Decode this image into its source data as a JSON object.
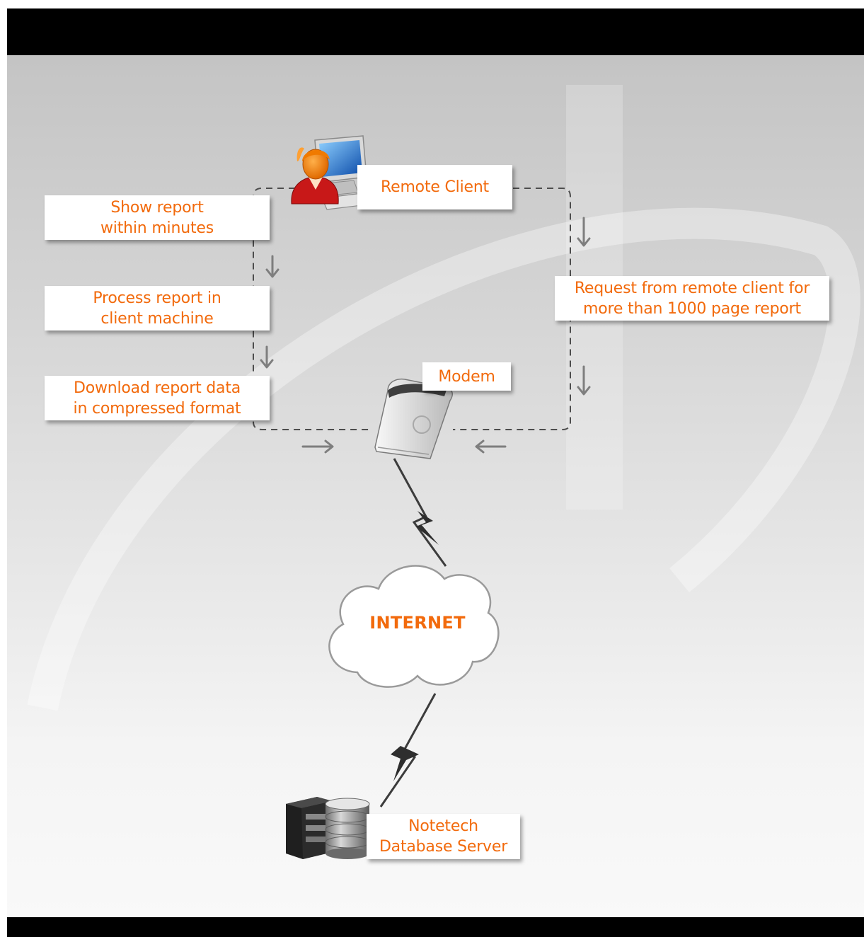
{
  "labels": {
    "remote_client": "Remote Client",
    "show_report": [
      "Show report",
      "within minutes"
    ],
    "process_report": [
      "Process report in",
      "client machine"
    ],
    "download_report": [
      "Download report data",
      "in compressed format"
    ],
    "request": [
      "Request from remote client for",
      "more than 1000 page report"
    ],
    "modem": "Modem",
    "internet": "INTERNET",
    "server": [
      "Notetech",
      "Database Server"
    ]
  },
  "icons": {
    "client": "user-computer-icon",
    "modem": "modem-icon",
    "cloud": "cloud-icon",
    "server": "database-server-icon"
  },
  "colors": {
    "accent": "#f26a0c",
    "frame": "#000000",
    "arrow": "#808080",
    "connector": "#555555"
  }
}
